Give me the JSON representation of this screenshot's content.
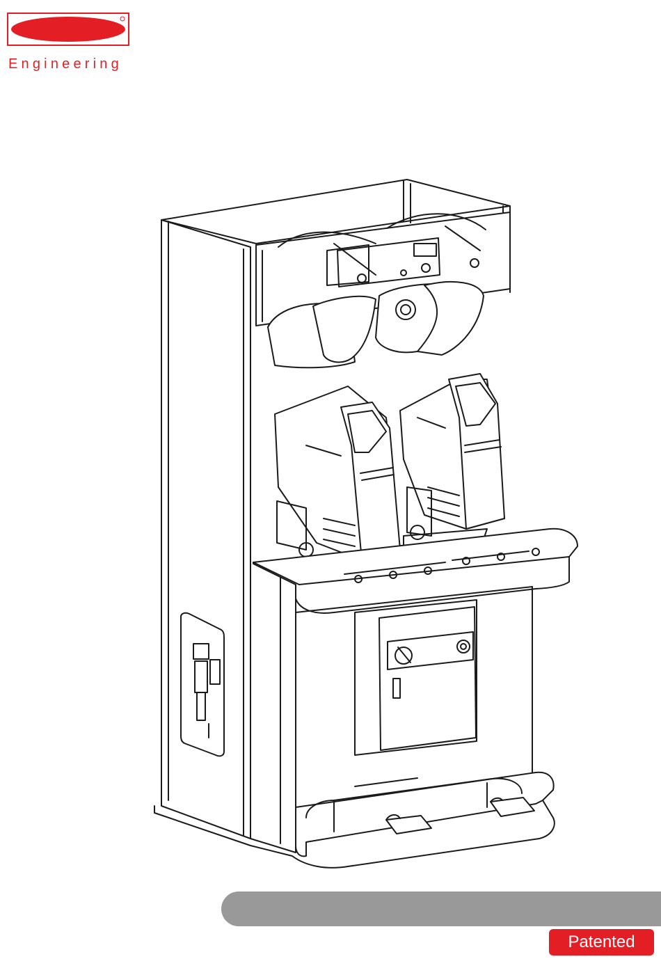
{
  "brand": {
    "logo_icon": "brand-logo-mark",
    "logo_color": "#e31e24",
    "tagline": "Engineering"
  },
  "illustration": {
    "icon": "machine-line-drawing",
    "line_color": "#1a1a1a"
  },
  "title_bar": {
    "color": "#999999",
    "text": ""
  },
  "badge": {
    "label": "Patented",
    "color": "#e31e24",
    "text_color": "#ffffff"
  }
}
